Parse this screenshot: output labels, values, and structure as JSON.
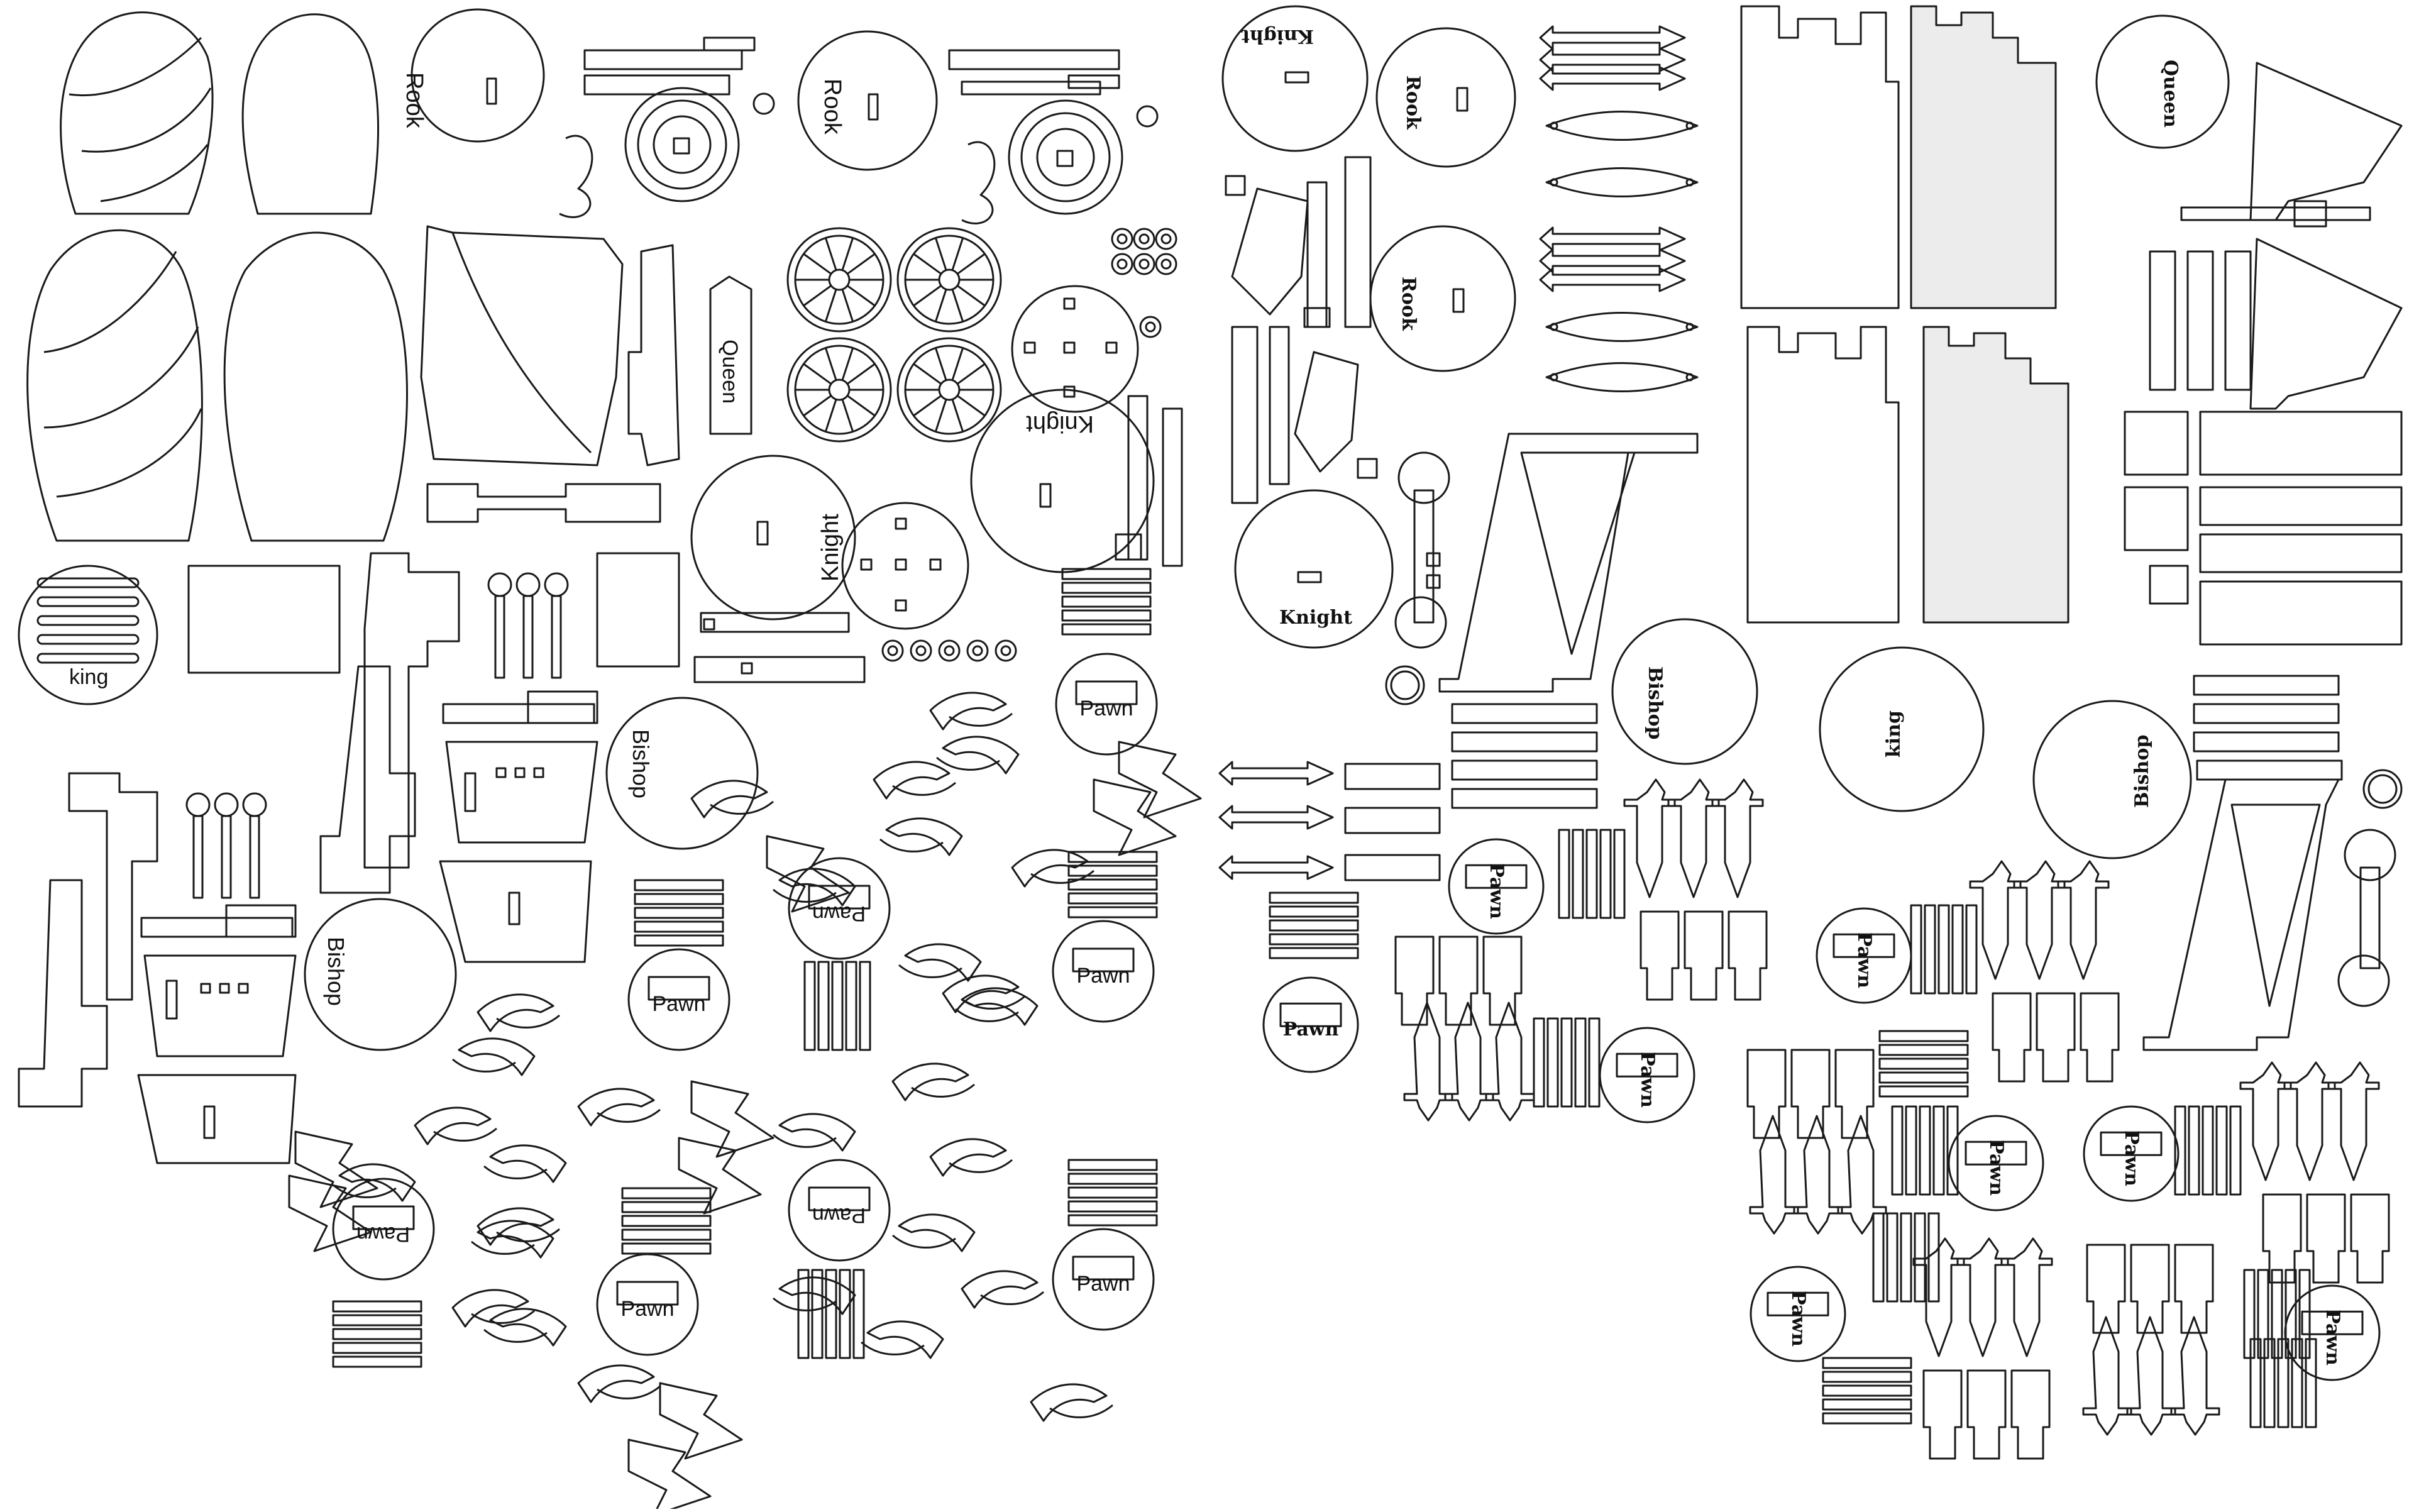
{
  "labels": {
    "king_left": "king",
    "king_right": "king",
    "queen_left": "Queen",
    "queen_right": "Queen",
    "rook": "Rook",
    "knight": "Knight",
    "bishop": "Bishop",
    "pawn": "Pawn"
  },
  "colors": {
    "line": "#1a1a1a",
    "background": "#ffffff",
    "brick": "#d9d9d9"
  }
}
